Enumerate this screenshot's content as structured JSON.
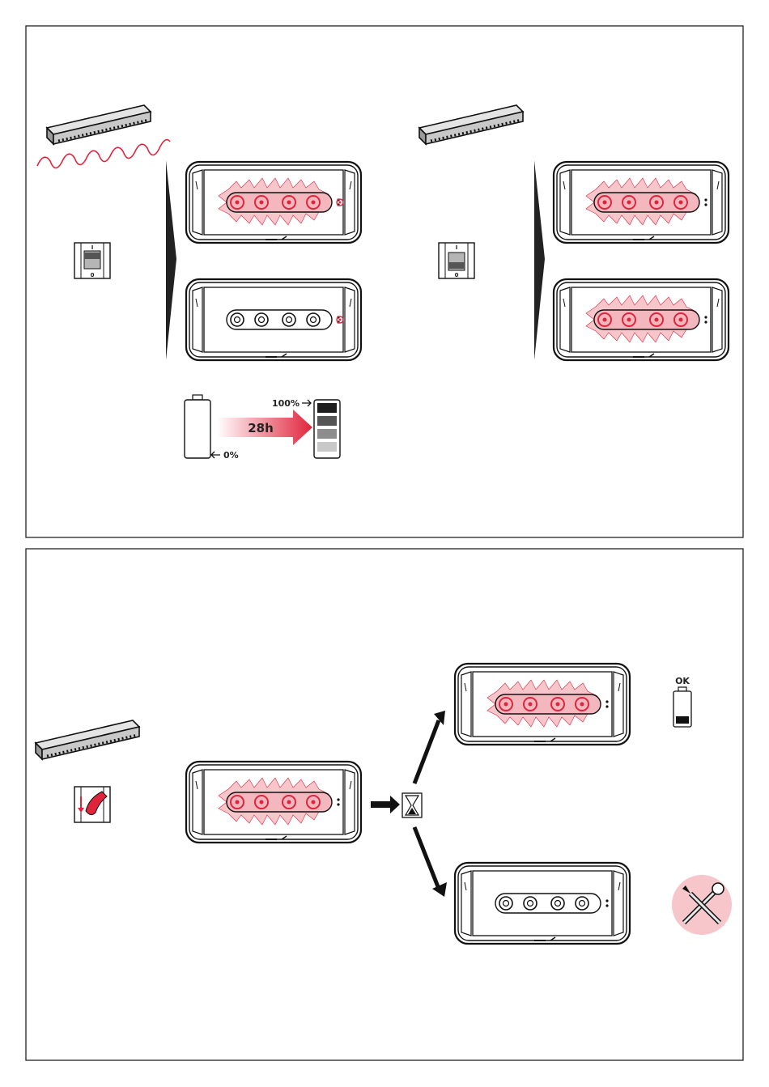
{
  "labels": {
    "charge_time": "28h",
    "charge_full": "100%",
    "charge_empty": "0%",
    "battery_ok": "OK",
    "switch_on": "I",
    "switch_off": "0"
  },
  "colors": {
    "accent_red": "#e0243c",
    "glow_pink": "#f5c1c6",
    "line_dark": "#1a1a1a",
    "device_gray": "#d9d9d9"
  },
  "icons": [
    "led-strip-icon",
    "mains-wave-icon",
    "switch-icon",
    "battery-icon",
    "hourglass-icon",
    "tools-icon",
    "finger-press-icon"
  ]
}
